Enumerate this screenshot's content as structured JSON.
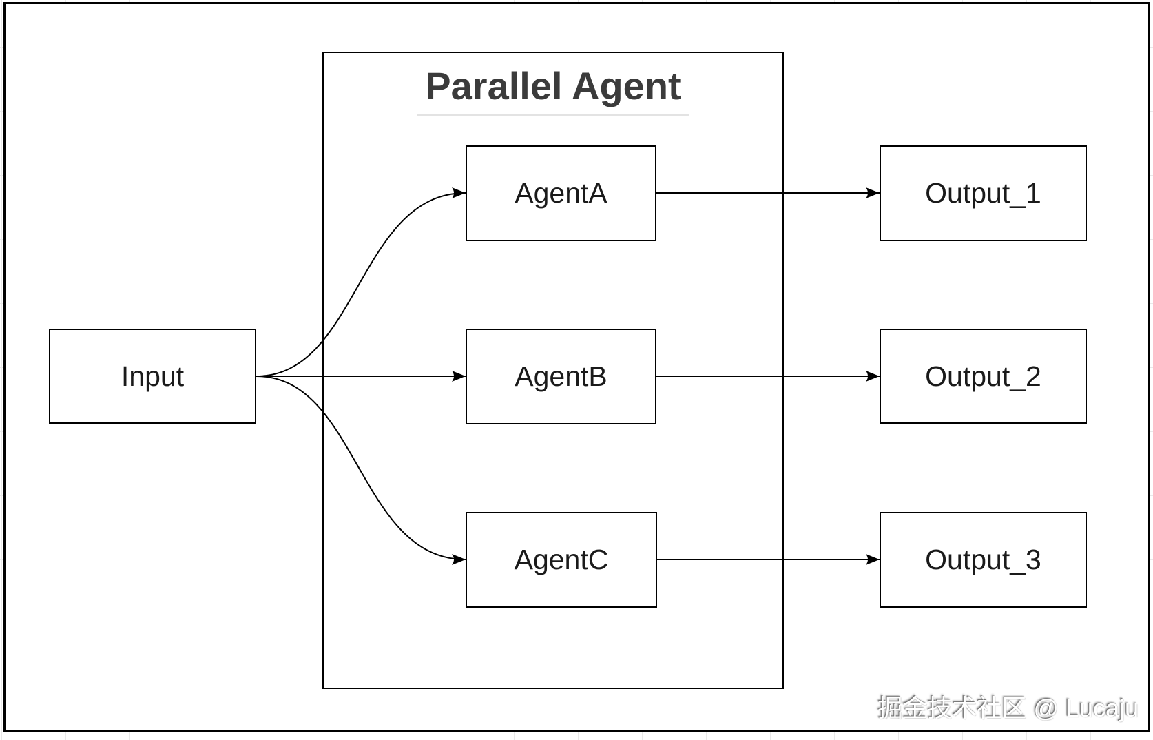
{
  "page": {
    "watermark": "掘金技术社区 @ Lucaju"
  },
  "diagram": {
    "group_title": "Parallel Agent",
    "nodes": [
      {
        "id": "input",
        "label": "Input"
      },
      {
        "id": "agent-a",
        "label": "AgentA"
      },
      {
        "id": "agent-b",
        "label": "AgentB"
      },
      {
        "id": "agent-c",
        "label": "AgentC"
      },
      {
        "id": "output-1",
        "label": "Output_1"
      },
      {
        "id": "output-2",
        "label": "Output_2"
      },
      {
        "id": "output-3",
        "label": "Output_3"
      }
    ],
    "edges": [
      {
        "from": "Input",
        "to": "AgentA",
        "style": "curved"
      },
      {
        "from": "Input",
        "to": "AgentB",
        "style": "straight"
      },
      {
        "from": "Input",
        "to": "AgentC",
        "style": "curved"
      },
      {
        "from": "AgentA",
        "to": "Output_1",
        "style": "straight"
      },
      {
        "from": "AgentB",
        "to": "Output_2",
        "style": "straight"
      },
      {
        "from": "AgentC",
        "to": "Output_3",
        "style": "straight"
      }
    ],
    "colors": {
      "stroke": "#000000",
      "title": "#3b3b3b",
      "title_underline": "#e3e3e3",
      "watermark": "#ffffff",
      "grid": "#e9e9e9"
    }
  }
}
